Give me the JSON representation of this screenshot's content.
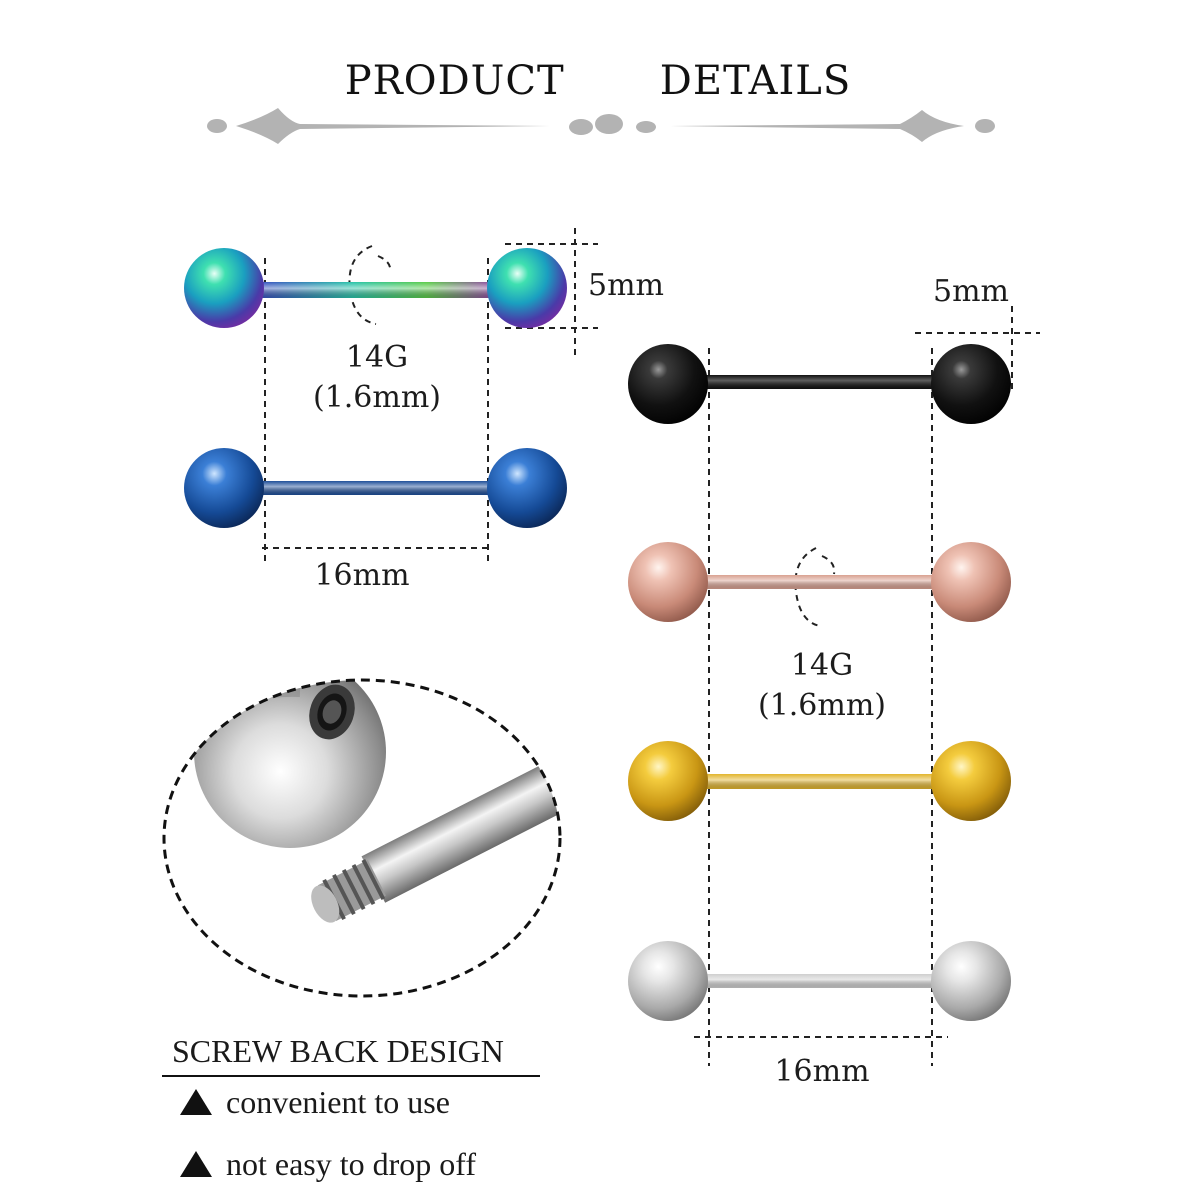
{
  "title": "PRODUCT   DETAILS",
  "left_set": {
    "ball_size": "5mm",
    "gauge": "14G",
    "gauge_mm": "(1.6mm)",
    "length": "16mm",
    "colors": {
      "rainbow": "#1fa3b8",
      "blue": "#1f4f9a"
    }
  },
  "right_set": {
    "ball_size": "5mm",
    "gauge": "14G",
    "gauge_mm": "(1.6mm)",
    "length": "16mm",
    "colors": {
      "black": "#111111",
      "rose_gold": "#d9a191",
      "gold": "#e2b52c",
      "silver": "#cfcfcf"
    }
  },
  "screw_back": {
    "heading": "SCREW BACK DESIGN",
    "features": [
      "convenient to use",
      "not easy to drop off"
    ],
    "bullet_icon": "triangle-bullet-icon"
  }
}
